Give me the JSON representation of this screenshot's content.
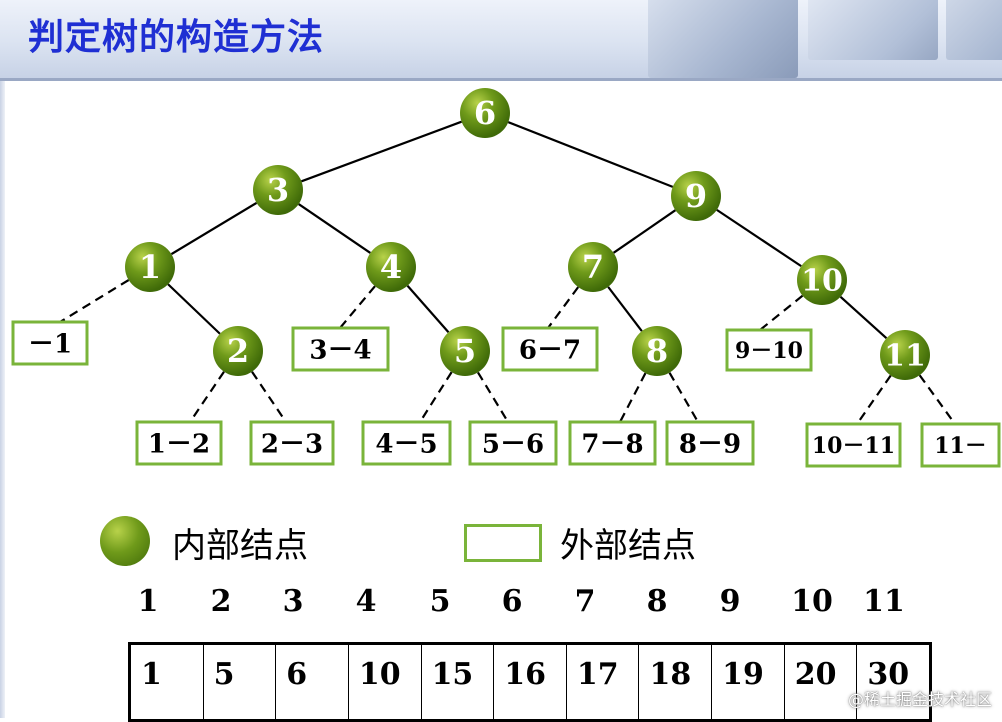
{
  "title": "判定树的构造方法",
  "internal_nodes": [
    {
      "id": "n6",
      "label": "6"
    },
    {
      "id": "n3",
      "label": "3"
    },
    {
      "id": "n9",
      "label": "9"
    },
    {
      "id": "n1",
      "label": "1"
    },
    {
      "id": "n4",
      "label": "4"
    },
    {
      "id": "n7",
      "label": "7"
    },
    {
      "id": "n10",
      "label": "10"
    },
    {
      "id": "n2",
      "label": "2"
    },
    {
      "id": "n5",
      "label": "5"
    },
    {
      "id": "n8",
      "label": "8"
    },
    {
      "id": "n11",
      "label": "11"
    }
  ],
  "external_nodes": [
    {
      "id": "e0",
      "label": "－1"
    },
    {
      "id": "e1",
      "label": "1－2"
    },
    {
      "id": "e2",
      "label": "2－3"
    },
    {
      "id": "e3",
      "label": "3－4"
    },
    {
      "id": "e4",
      "label": "4－5"
    },
    {
      "id": "e5",
      "label": "5－6"
    },
    {
      "id": "e6",
      "label": "6－7"
    },
    {
      "id": "e7",
      "label": "7－8"
    },
    {
      "id": "e8",
      "label": "8－9"
    },
    {
      "id": "e9",
      "label": "9－10"
    },
    {
      "id": "e10",
      "label": "10－11"
    },
    {
      "id": "e11",
      "label": "11－"
    }
  ],
  "edges": [
    {
      "from": "n6",
      "to": "n3",
      "style": "solid"
    },
    {
      "from": "n6",
      "to": "n9",
      "style": "solid"
    },
    {
      "from": "n3",
      "to": "n1",
      "style": "solid"
    },
    {
      "from": "n3",
      "to": "n4",
      "style": "solid"
    },
    {
      "from": "n9",
      "to": "n7",
      "style": "solid"
    },
    {
      "from": "n9",
      "to": "n10",
      "style": "solid"
    },
    {
      "from": "n1",
      "to": "n2",
      "style": "solid"
    },
    {
      "from": "n4",
      "to": "n5",
      "style": "solid"
    },
    {
      "from": "n7",
      "to": "n8",
      "style": "solid"
    },
    {
      "from": "n10",
      "to": "n11",
      "style": "solid"
    },
    {
      "from": "n1",
      "to": "e0",
      "style": "dashed"
    },
    {
      "from": "n2",
      "to": "e1",
      "style": "dashed"
    },
    {
      "from": "n2",
      "to": "e2",
      "style": "dashed"
    },
    {
      "from": "n4",
      "to": "e3",
      "style": "dashed"
    },
    {
      "from": "n5",
      "to": "e4",
      "style": "dashed"
    },
    {
      "from": "n5",
      "to": "e5",
      "style": "dashed"
    },
    {
      "from": "n7",
      "to": "e6",
      "style": "dashed"
    },
    {
      "from": "n8",
      "to": "e7",
      "style": "dashed"
    },
    {
      "from": "n8",
      "to": "e8",
      "style": "dashed"
    },
    {
      "from": "n10",
      "to": "e9",
      "style": "dashed"
    },
    {
      "from": "n11",
      "to": "e10",
      "style": "dashed"
    },
    {
      "from": "n11",
      "to": "e11",
      "style": "dashed"
    }
  ],
  "legend": {
    "internal_label": "内部结点",
    "external_label": "外部结点"
  },
  "array": {
    "indices": [
      "1",
      "2",
      "3",
      "4",
      "5",
      "6",
      "7",
      "8",
      "9",
      "10",
      "11"
    ],
    "values": [
      "1",
      "5",
      "6",
      "10",
      "15",
      "16",
      "17",
      "18",
      "19",
      "20",
      "30"
    ]
  },
  "colors": {
    "title": "#1f2fd3",
    "node_light": "#b8d24a",
    "node_mid": "#6f9a1a",
    "node_dark": "#3f6a08",
    "external_border": "#7ab43a"
  },
  "watermark": "@稀土掘金技术社区"
}
